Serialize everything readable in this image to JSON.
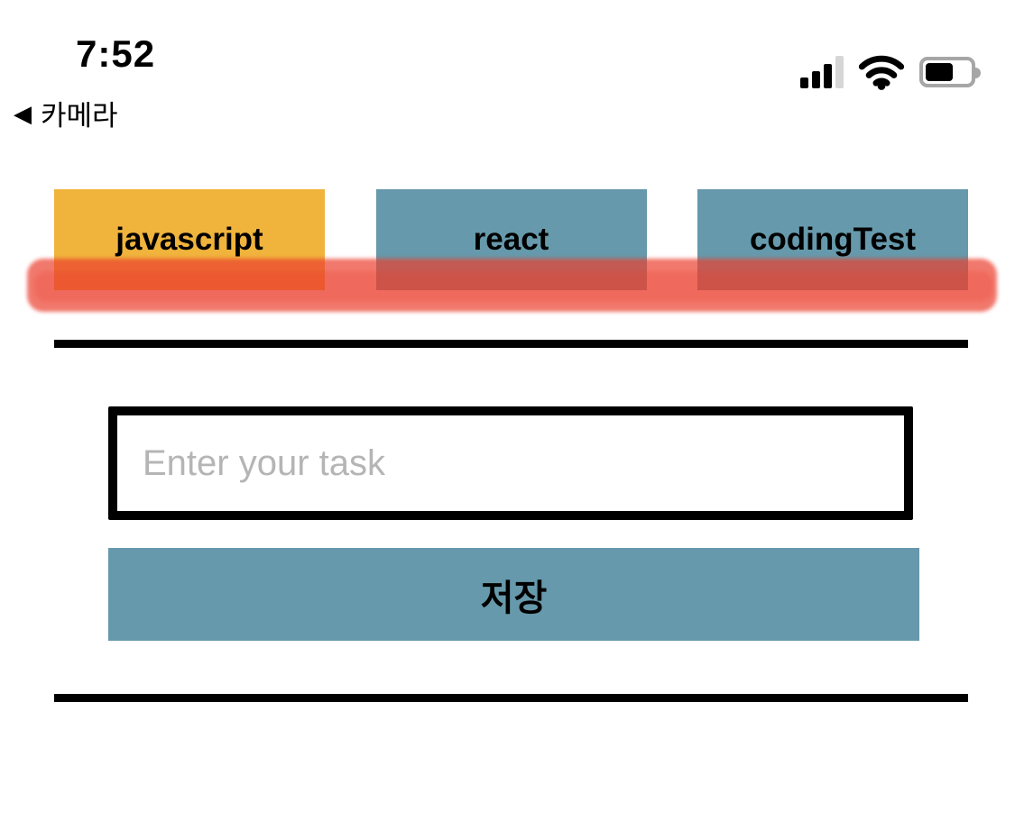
{
  "status_bar": {
    "time": "7:52",
    "cellular_icon": "cellular-signal-icon",
    "cellular_bars_filled": 3,
    "cellular_bars_total": 4,
    "wifi_icon": "wifi-icon",
    "battery_icon": "battery-icon",
    "battery_level_percent": 55
  },
  "navigation": {
    "back_arrow": "◀",
    "back_label": "카메라"
  },
  "tabs": [
    {
      "label": "javascript",
      "active": true,
      "color": "#f0b33c"
    },
    {
      "label": "react",
      "active": false,
      "color": "#6699ab"
    },
    {
      "label": "codingTest",
      "active": false,
      "color": "#6699ab"
    }
  ],
  "annotation": {
    "type": "marker-highlight-stroke",
    "color": "#eb3e2d",
    "opacity": 0.7
  },
  "task_form": {
    "input_placeholder": "Enter your task",
    "input_value": "",
    "save_button_label": "저장"
  },
  "colors": {
    "tab_active": "#f0b33c",
    "tab_inactive": "#6699ab",
    "save_button": "#6699ab",
    "divider": "#000000",
    "marker": "#eb3e2d"
  }
}
